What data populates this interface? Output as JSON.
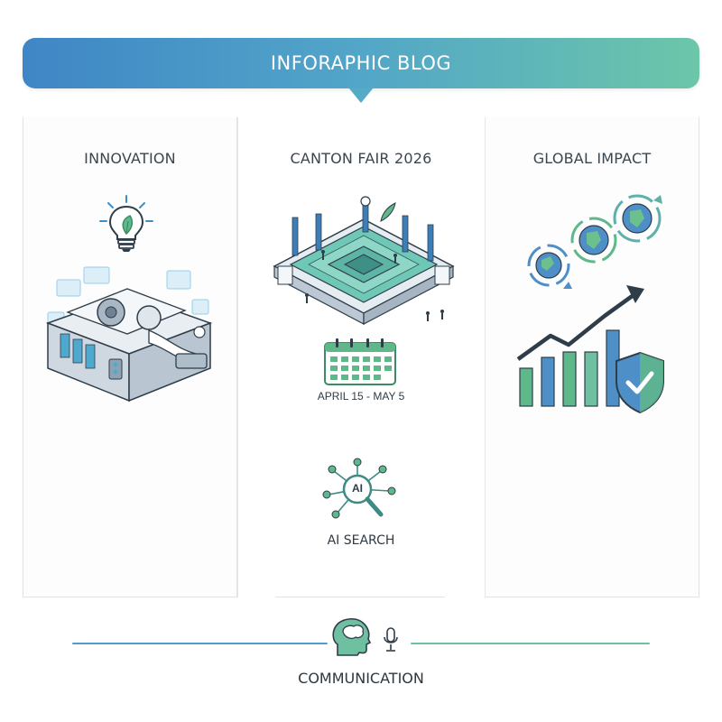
{
  "banner": {
    "title": "INFORAPHIC BLOG"
  },
  "columns": {
    "innovation": {
      "heading": "INNOVATION",
      "icons": [
        "lightbulb-leaf-icon",
        "printing-machine-icon"
      ]
    },
    "canton": {
      "heading": "CANTON FAIR 2026",
      "date_label": "APRIL 15 - MAY 5",
      "ai_badge": "AI",
      "ai_label": "AI SEARCH",
      "icons": [
        "exhibition-hall-icon",
        "calendar-icon",
        "ai-search-icon"
      ]
    },
    "global": {
      "heading": "GLOBAL IMPACT",
      "icons": [
        "globe-cycle-icon",
        "growth-chart-icon",
        "shield-check-icon"
      ]
    }
  },
  "footer": {
    "label": "COMMUNICATION",
    "icons": [
      "head-thought-icon",
      "microphone-icon"
    ]
  },
  "colors": {
    "blue": "#3f86c6",
    "teal": "#52a6c8",
    "green": "#6cc6a8",
    "dark": "#2c3e4a"
  }
}
